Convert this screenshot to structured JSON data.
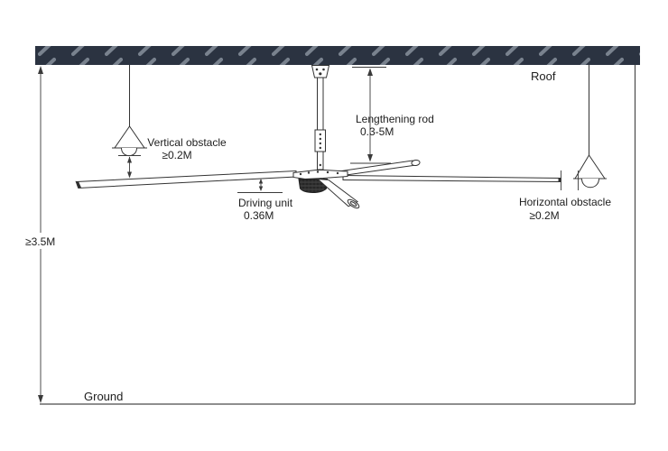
{
  "diagram": {
    "type": "hvls-ceiling-fan-installation-diagram",
    "labels": {
      "roof": "Roof",
      "ground": "Ground",
      "min_height": "≥3.5M",
      "lengthening_rod": {
        "line1": "Lengthening rod",
        "line2": "0.3-5M"
      },
      "vertical_obstacle": {
        "line1": "Vertical obstacle",
        "line2": "≥0.2M"
      },
      "horizontal_obstacle": {
        "line1": "Horizontal obstacle",
        "line2": "≥0.2M"
      },
      "driving_unit": {
        "line1": "Driving unit",
        "line2": "0.36M"
      }
    },
    "colors": {
      "roof_fill": "#2b3341",
      "roof_hatch": "#79828e",
      "line": "#333333",
      "background": "#ffffff"
    }
  }
}
